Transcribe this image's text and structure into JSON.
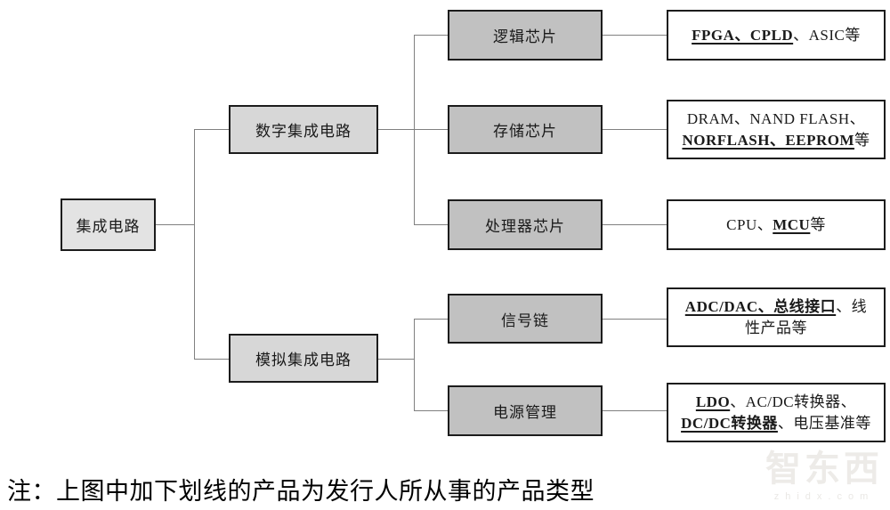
{
  "diagram": {
    "root": {
      "label": "集成电路"
    },
    "level2": [
      {
        "id": "digital",
        "label": "数字集成电路"
      },
      {
        "id": "analog",
        "label": "模拟集成电路"
      }
    ],
    "level3": [
      {
        "id": "logic",
        "label": "逻辑芯片"
      },
      {
        "id": "memory",
        "label": "存储芯片"
      },
      {
        "id": "processor",
        "label": "处理器芯片"
      },
      {
        "id": "signal-chain",
        "label": "信号链"
      },
      {
        "id": "power-mgmt",
        "label": "电源管理"
      }
    ],
    "leaves": [
      {
        "id": "logic-products",
        "lines": [
          [
            {
              "t": "FPGA、CPLD",
              "u": true
            },
            {
              "t": "、ASIC等",
              "u": false
            }
          ]
        ]
      },
      {
        "id": "memory-products",
        "lines": [
          [
            {
              "t": "DRAM、NAND FLASH、",
              "u": false
            }
          ],
          [
            {
              "t": "NORFLASH、EEPROM",
              "u": true
            },
            {
              "t": "等",
              "u": false
            }
          ]
        ]
      },
      {
        "id": "processor-products",
        "lines": [
          [
            {
              "t": "CPU、",
              "u": false
            },
            {
              "t": "MCU",
              "u": true
            },
            {
              "t": "等",
              "u": false
            }
          ]
        ]
      },
      {
        "id": "signal-chain-products",
        "lines": [
          [
            {
              "t": "ADC/DAC、总线接口",
              "u": true
            },
            {
              "t": "、线",
              "u": false
            }
          ],
          [
            {
              "t": "性产品等",
              "u": false
            }
          ]
        ]
      },
      {
        "id": "power-mgmt-products",
        "lines": [
          [
            {
              "t": "LDO",
              "u": true
            },
            {
              "t": "、AC/DC转换器、",
              "u": false
            }
          ],
          [
            {
              "t": "DC/DC转换器",
              "u": true
            },
            {
              "t": "、电压基准等",
              "u": false
            }
          ]
        ]
      }
    ]
  },
  "note": "注：上图中加下划线的产品为发行人所从事的产品类型",
  "watermark": {
    "brand": "智东西",
    "domain_text": "zhidx.com"
  },
  "colors": {
    "level1_fill": "#e3e3e3",
    "level2_fill": "#d7d7d7",
    "level3_fill": "#c1c1c1",
    "leaf_fill": "#ffffff",
    "border": "#1c1c1c",
    "line": "#808080"
  }
}
